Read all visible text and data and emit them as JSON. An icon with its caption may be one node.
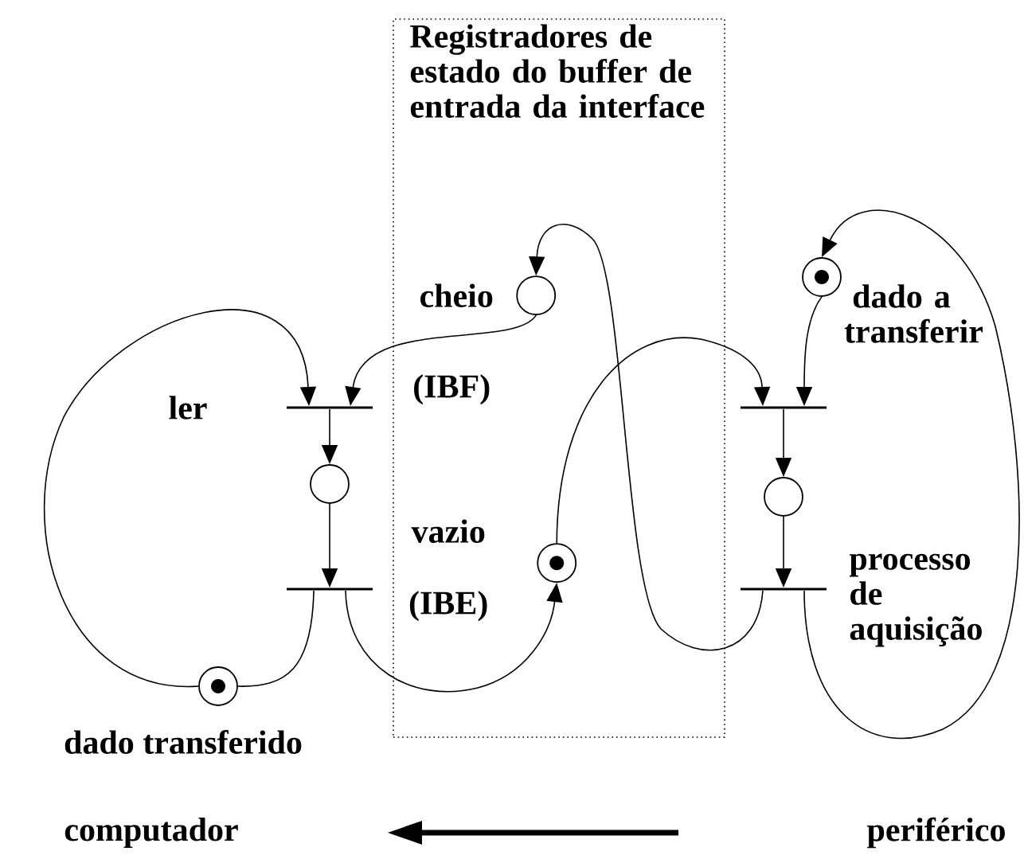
{
  "diagram": {
    "nodes": [
      {
        "text": [
          "Registradores de estado do buffer de entrada da interface"
        ]
      },
      {
        "text": [
          "cheio"
        ],
        "beside": [
          "(IBF)"
        ],
        "in": 0
      },
      {
        "text": [
          "vazio"
        ],
        "beside": [
          "(IBE)"
        ],
        "in": 0
      },
      {
        "text": [],
        "shape": "bar"
      },
      {
        "text": [],
        "shape": "circle"
      },
      {
        "text": [],
        "shape": "bar"
      },
      {
        "text": [
          "dado transferido"
        ]
      },
      {
        "text": [
          "dado a transferir"
        ]
      },
      {
        "text": [],
        "shape": "bar"
      },
      {
        "text": [],
        "shape": "circle"
      },
      {
        "text": [],
        "shape": "bar"
      }
    ],
    "edges": [
      {
        "from": 6,
        "to": 3,
        "arrow": "to"
      },
      {
        "from": 1,
        "to": 3,
        "arrow": "to"
      },
      {
        "from": 3,
        "to": 4,
        "arrow": "to"
      },
      {
        "from": 4,
        "to": 5,
        "arrow": "to"
      },
      {
        "from": 5,
        "to": 6,
        "arrow": "none"
      },
      {
        "from": 5,
        "to": 2,
        "arrow": "to"
      },
      {
        "from": 2,
        "to": 8,
        "arrow": "to"
      },
      {
        "from": 7,
        "to": 8,
        "arrow": "to"
      },
      {
        "from": 8,
        "to": 9,
        "arrow": "to"
      },
      {
        "from": 9,
        "to": 10,
        "arrow": "to"
      },
      {
        "from": 10,
        "to": 1,
        "arrow": "to"
      },
      {
        "from": 10,
        "to": 7,
        "arrow": "to"
      }
    ],
    "labels": [
      "ler",
      "processo de aquisição",
      "computador",
      "periférico"
    ]
  }
}
